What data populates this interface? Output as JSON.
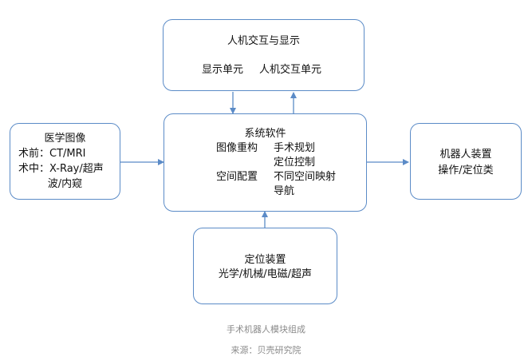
{
  "hmi": {
    "title": "人机交互与显示",
    "display_unit": "显示单元",
    "interaction_unit": "人机交互单元"
  },
  "imaging": {
    "title": "医学图像",
    "preop": "术前：CT/MRI",
    "intraop": "术中：X-Ray/超声",
    "intraop_2": "波/内窥"
  },
  "software": {
    "title": "系统软件",
    "reconstruction": "图像重构",
    "surgical_planning": "手术规划",
    "positioning_control": "定位控制",
    "spatial_registration": "空间配置",
    "space_mapping": "不同空间映射",
    "navigation": "导航"
  },
  "robot": {
    "title": "机器人装置",
    "subtitle": "操作/定位类"
  },
  "positioning": {
    "title": "定位装置",
    "subtitle": "光学/机械/电磁/超声"
  },
  "caption": {
    "line1": "手术机器人模块组成",
    "line2": "来源：贝壳研究院"
  },
  "colors": {
    "border": "#5b8bc7",
    "arrow": "#5b8bc7",
    "caption": "#8a8a8a"
  }
}
